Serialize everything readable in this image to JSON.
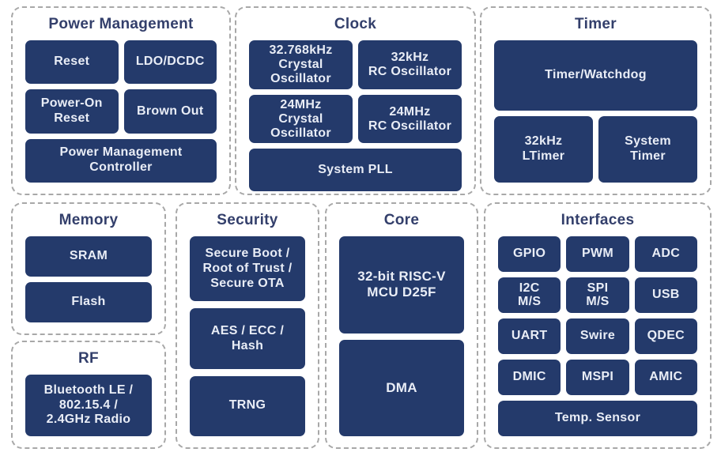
{
  "colors": {
    "block_bg": "#243a6b",
    "block_text": "#e9edf6",
    "title_text": "#333f6b",
    "container_border": "#a8a8a8",
    "page_bg": "#ffffff"
  },
  "sections": {
    "power": {
      "title": "Power Management",
      "blocks": [
        "Reset",
        "LDO/DCDC",
        "Power-On\nReset",
        "Brown Out",
        "Power Management\nController"
      ]
    },
    "clock": {
      "title": "Clock",
      "blocks": [
        "32.768kHz\nCrystal\nOscillator",
        "32kHz\nRC Oscillator",
        "24MHz\nCrystal\nOscillator",
        "24MHz\nRC Oscillator",
        "System PLL"
      ]
    },
    "timer": {
      "title": "Timer",
      "blocks": [
        "Timer/Watchdog",
        "32kHz\nLTimer",
        "System\nTimer"
      ]
    },
    "memory": {
      "title": "Memory",
      "blocks": [
        "SRAM",
        "Flash"
      ]
    },
    "rf": {
      "title": "RF",
      "blocks": [
        "Bluetooth LE /\n802.15.4 /\n2.4GHz Radio"
      ]
    },
    "security": {
      "title": "Security",
      "blocks": [
        "Secure Boot /\nRoot of Trust /\nSecure OTA",
        "AES / ECC /\nHash",
        "TRNG"
      ]
    },
    "core": {
      "title": "Core",
      "blocks": [
        "32-bit RISC-V\nMCU D25F",
        "DMA"
      ]
    },
    "interfaces": {
      "title": "Interfaces",
      "blocks": [
        "GPIO",
        "PWM",
        "ADC",
        "I2C\nM/S",
        "SPI\nM/S",
        "USB",
        "UART",
        "Swire",
        "QDEC",
        "DMIC",
        "MSPI",
        "AMIC",
        "Temp. Sensor"
      ]
    }
  }
}
